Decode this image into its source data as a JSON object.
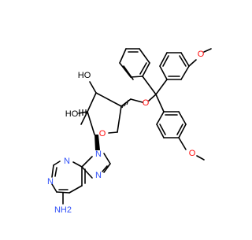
{
  "molecule": {
    "labels": {
      "ho_upper": "HO",
      "ho_lower": "HO",
      "ring_oxygen": "O",
      "ether_oxygen": "O",
      "methoxy_top_o": "O",
      "methoxy_bottom_o": "O",
      "n9": "N",
      "n7": "N",
      "n1": "N",
      "n3": "N",
      "amine": "NH2"
    },
    "colors": {
      "bond": "#000000",
      "oxygen": "#ff0d0d",
      "nitrogen": "#3050f8",
      "background": "#ffffff"
    }
  }
}
